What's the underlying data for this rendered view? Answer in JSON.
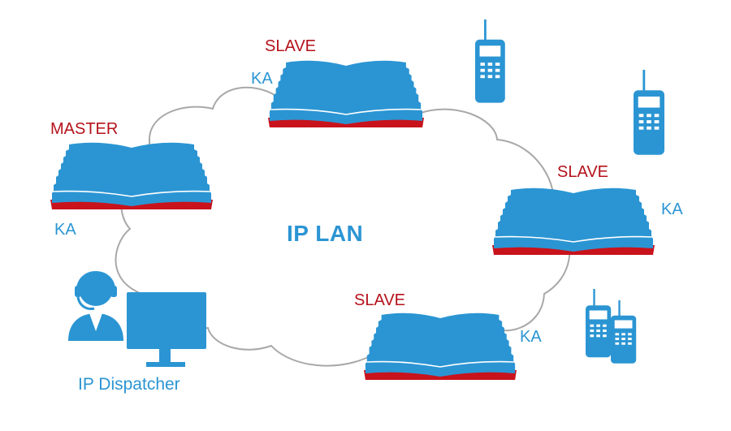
{
  "diagram": {
    "network_label": "IP LAN",
    "repeaters": [
      {
        "role": "MASTER",
        "tag": "KA"
      },
      {
        "role": "SLAVE",
        "tag": "KA"
      },
      {
        "role": "SLAVE",
        "tag": "KA"
      },
      {
        "role": "SLAVE",
        "tag": "KA"
      }
    ],
    "dispatcher_label": "IP Dispatcher",
    "radios": [
      "portable-radio-icon",
      "portable-radio-icon",
      "portable-radio-icon",
      "portable-radio-icon"
    ]
  },
  "colors": {
    "primary_blue": "#2b95d3",
    "accent_red": "#b5121b",
    "cloud_outline": "#a8a8a8"
  }
}
